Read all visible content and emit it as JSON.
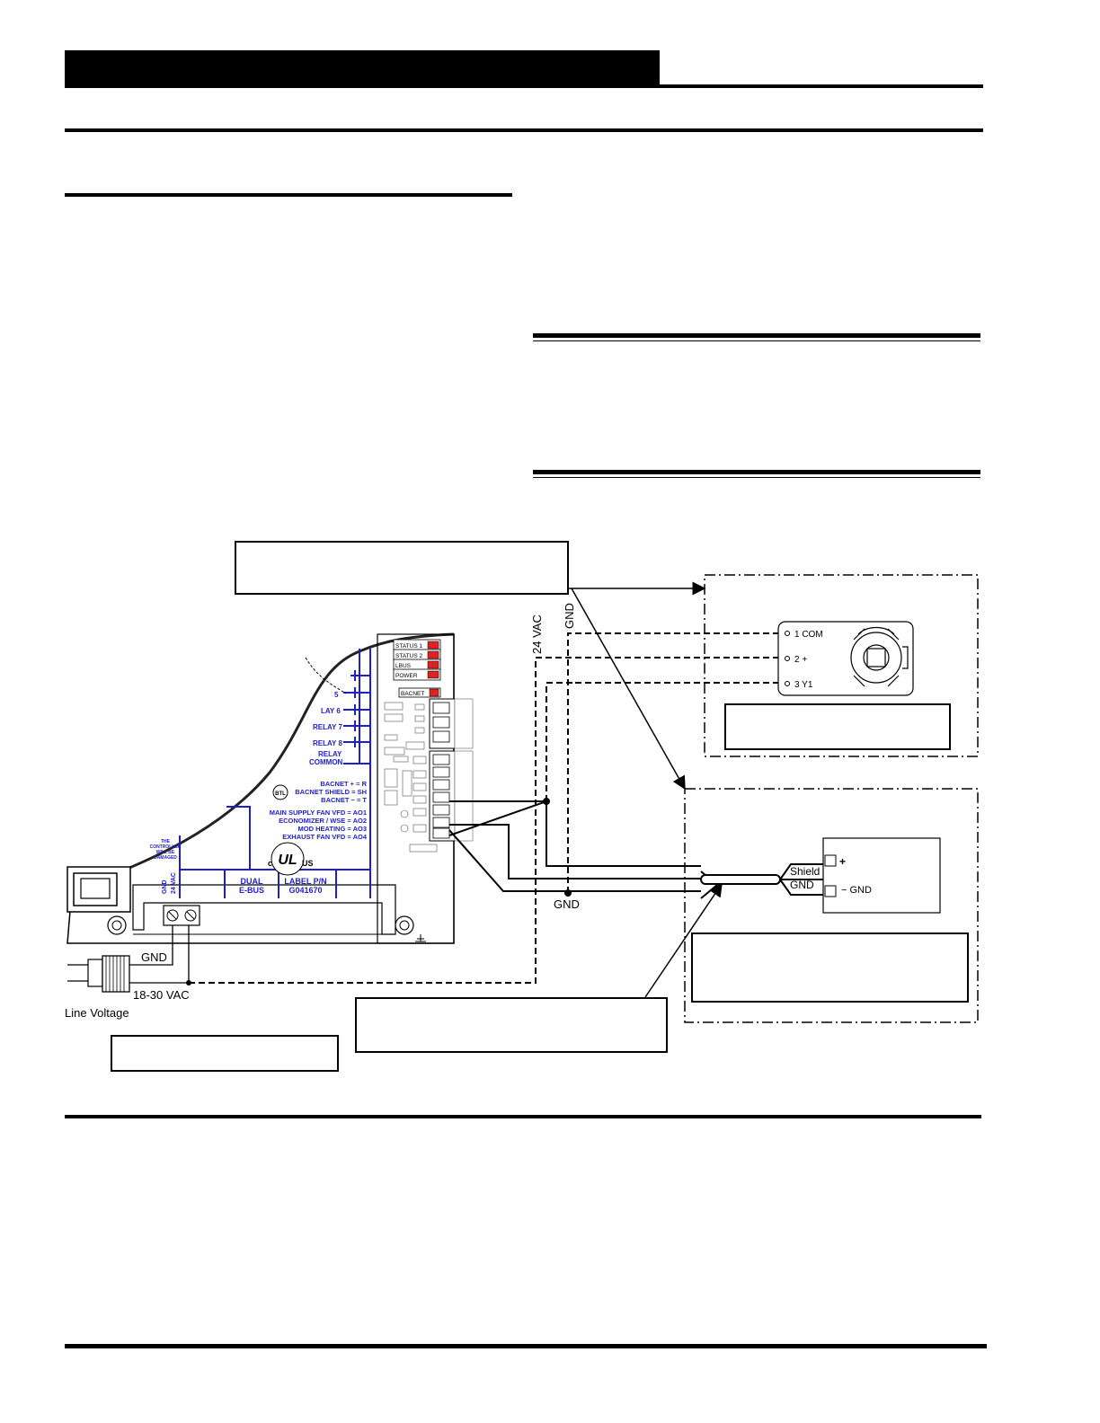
{
  "board": {
    "status_leds": [
      "STATUS 1",
      "STATUS 2",
      "LBUS",
      "POWER"
    ],
    "bacnet_led": "BACNET",
    "relays": [
      "5",
      "LAY 6",
      "RELAY 7",
      "RELAY 8",
      "RELAY",
      "COMMON"
    ],
    "legend": {
      "bacnet_plus": "BACNET + = R",
      "bacnet_shield": "BACNET SHIELD = SH",
      "bacnet_minus": "BACNET − = T",
      "ao1": "MAIN SUPPLY FAN VFD = AO1",
      "ao2": "ECONOMIZER / WSE = AO2",
      "ao3": "MOD HEATING = AO3",
      "ao4": "EXHAUST FAN VFD = AO4"
    },
    "btl_logo": "BTL",
    "ul_logo": {
      "c": "c",
      "mark": "UL",
      "us": "US"
    },
    "warning_text": [
      "THE",
      "CONTROLLER",
      "WILL BE",
      "DAMAGED"
    ],
    "power_labels": [
      "GND",
      "24 VAC"
    ],
    "dual_ebus": [
      "DUAL",
      "E-BUS"
    ],
    "label_pn": [
      "LABEL P/N",
      "G041670"
    ]
  },
  "wiring": {
    "label_24vac": "24 VAC",
    "label_gnd_top": "GND",
    "label_gnd_bottom": "GND",
    "label_gnd_power": "GND",
    "label_18_30": "18-30 VAC",
    "label_line_voltage": "Line Voltage"
  },
  "actuator": {
    "terminals": [
      "1 COM",
      "2 +",
      "3 Y1"
    ]
  },
  "sensor": {
    "plus": "+",
    "minus_gnd": "− GND",
    "shield": "Shield",
    "gnd": "GND"
  },
  "colors": {
    "board_blue": "#1f1fc8",
    "ink": "#000000"
  }
}
